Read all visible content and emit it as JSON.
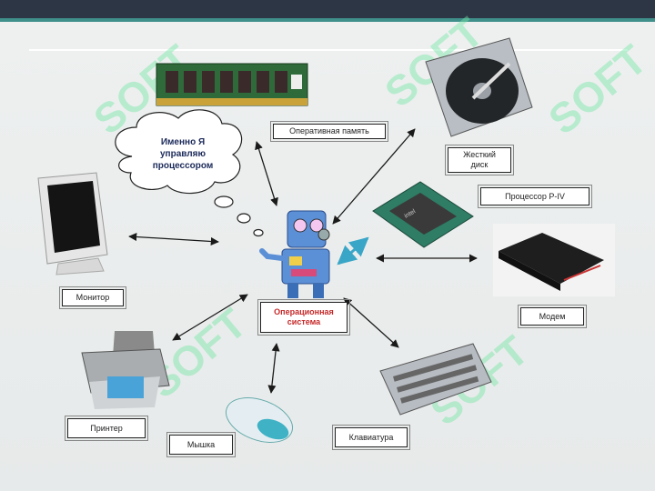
{
  "thought_bubble": {
    "line1": "Именно Я",
    "line2": "управляю",
    "line3": "процессором"
  },
  "center": {
    "line1": "Операционная",
    "line2": "система"
  },
  "labels": {
    "ram": "Оперативная память",
    "hdd_line1": "Жесткий",
    "hdd_line2": "диск",
    "cpu": "Процессор P-IV",
    "monitor": "Монитор",
    "modem": "Модем",
    "printer": "Принтер",
    "mouse": "Мышка",
    "keyboard": "Клавиатура"
  },
  "watermark": "SOFT",
  "colors": {
    "top_bar": "#2d3645",
    "accent_stripe": "#3f8f8a",
    "os_text": "#c62828",
    "robot_body": "#5b8fd6",
    "watermark": "#74e7a6"
  }
}
